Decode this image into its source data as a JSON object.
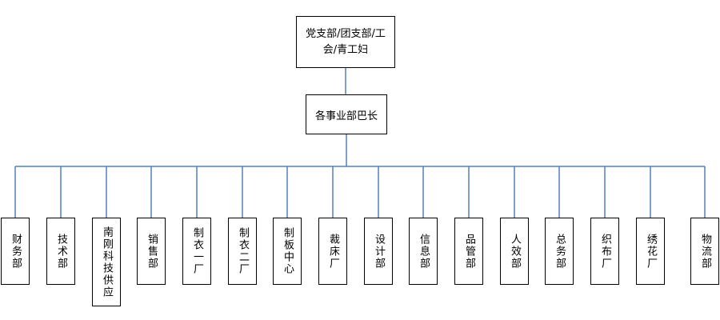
{
  "org_chart": {
    "top": "党支部/团支部/工会/青工妇",
    "middle": "各事业部巴长",
    "departments": [
      "财务部",
      "技术部",
      "南刚科技供应",
      "销售部",
      "制衣一厂",
      "制衣二厂",
      "制板中心",
      "裁床厂",
      "设计部",
      "信息部",
      "品管部",
      "人效部",
      "总务部",
      "织布厂",
      "绣花厂",
      "物流部"
    ]
  },
  "colors": {
    "connector": "#4f81bd",
    "box_border": "#000000",
    "box_fill": "#ffffff",
    "text": "#000000"
  }
}
